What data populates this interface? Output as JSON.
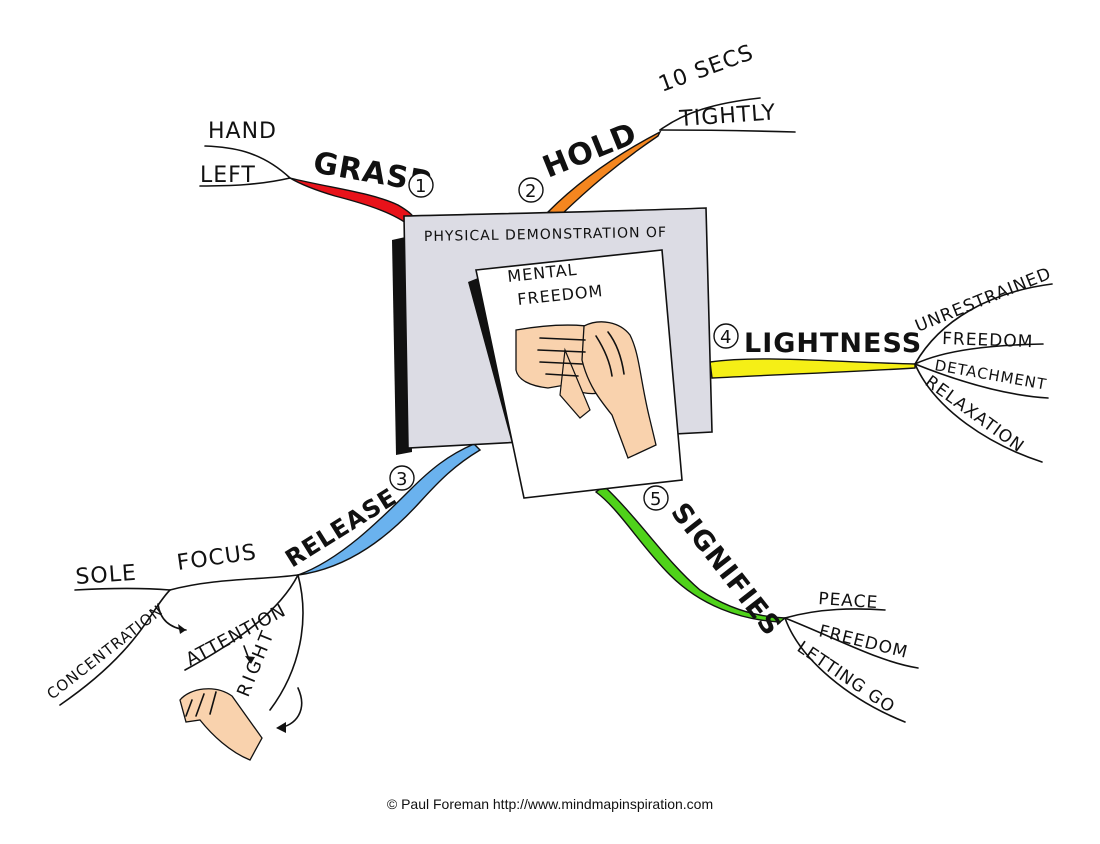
{
  "center": {
    "title": "PHYSICAL DEMONSTRATION OF",
    "sheet_line1": "MENTAL",
    "sheet_line2": "FREEDOM"
  },
  "branches": [
    {
      "id": "grasp",
      "number": "1",
      "label": "GRASP",
      "color": "#e8121a",
      "children": [
        "HAND",
        "LEFT"
      ]
    },
    {
      "id": "hold",
      "number": "2",
      "label": "HOLD",
      "color": "#f4861f",
      "children": [
        "10 SECS",
        "TIGHTLY"
      ]
    },
    {
      "id": "release",
      "number": "3",
      "label": "RELEASE",
      "color": "#6ab2ee",
      "children": [
        "FOCUS",
        "SOLE",
        "CONCENTRATION",
        "ATTENTION",
        "RIGHT"
      ]
    },
    {
      "id": "lightness",
      "number": "4",
      "label": "LIGHTNESS",
      "color": "#f5ef16",
      "children": [
        "UNRESTRAINED",
        "FREEDOM",
        "DETACHMENT",
        "RELAXATION"
      ]
    },
    {
      "id": "signifies",
      "number": "5",
      "label": "SIGNIFIES",
      "color": "#4fd21a",
      "children": [
        "PEACE",
        "FREEDOM",
        "LETTING GO"
      ]
    }
  ],
  "colors": {
    "card": "#dcdce4",
    "skin": "#f9d2ad",
    "ink": "#111111"
  },
  "credit": "© Paul Foreman http://www.mindmapinspiration.com"
}
